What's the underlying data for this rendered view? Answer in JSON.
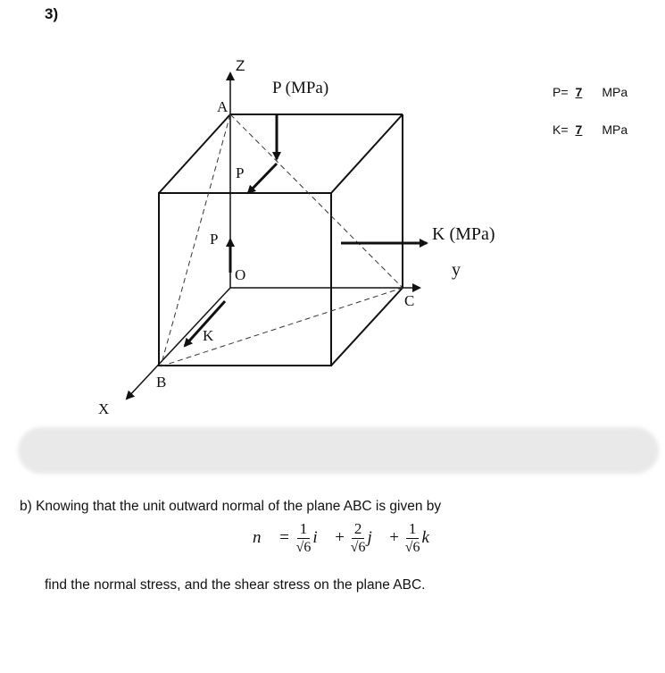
{
  "question_number": "3)",
  "figure": {
    "axis_z": "Z",
    "axis_y": "y",
    "axis_x": "X",
    "label_P_MPa": "P (MPa)",
    "label_K_MPa": "K (MPa)",
    "label_P_top": "P",
    "label_P_left": "P",
    "label_K": "K",
    "label_O": "O",
    "label_A": "A",
    "label_B": "B",
    "label_C": "C"
  },
  "givens": {
    "p_label": "P=",
    "p_value": "7",
    "p_unit": "MPa",
    "k_label": "K=",
    "k_value": "7",
    "k_unit": "MPa"
  },
  "part_b": {
    "text": "b)  Knowing that the unit outward normal of the plane ABC is given by",
    "followup": "find the normal stress, and the shear stress on the plane ABC.",
    "equation": {
      "lhs": "n⃗ =",
      "t1_num": "1",
      "t1_den": "√6",
      "t1_vec": "i⃗",
      "plus1": "+",
      "t2_num": "2",
      "t2_den": "√6",
      "t2_vec": "j⃗",
      "plus2": "+",
      "t3_num": "1",
      "t3_den": "√6",
      "t3_vec": "k⃗"
    }
  }
}
